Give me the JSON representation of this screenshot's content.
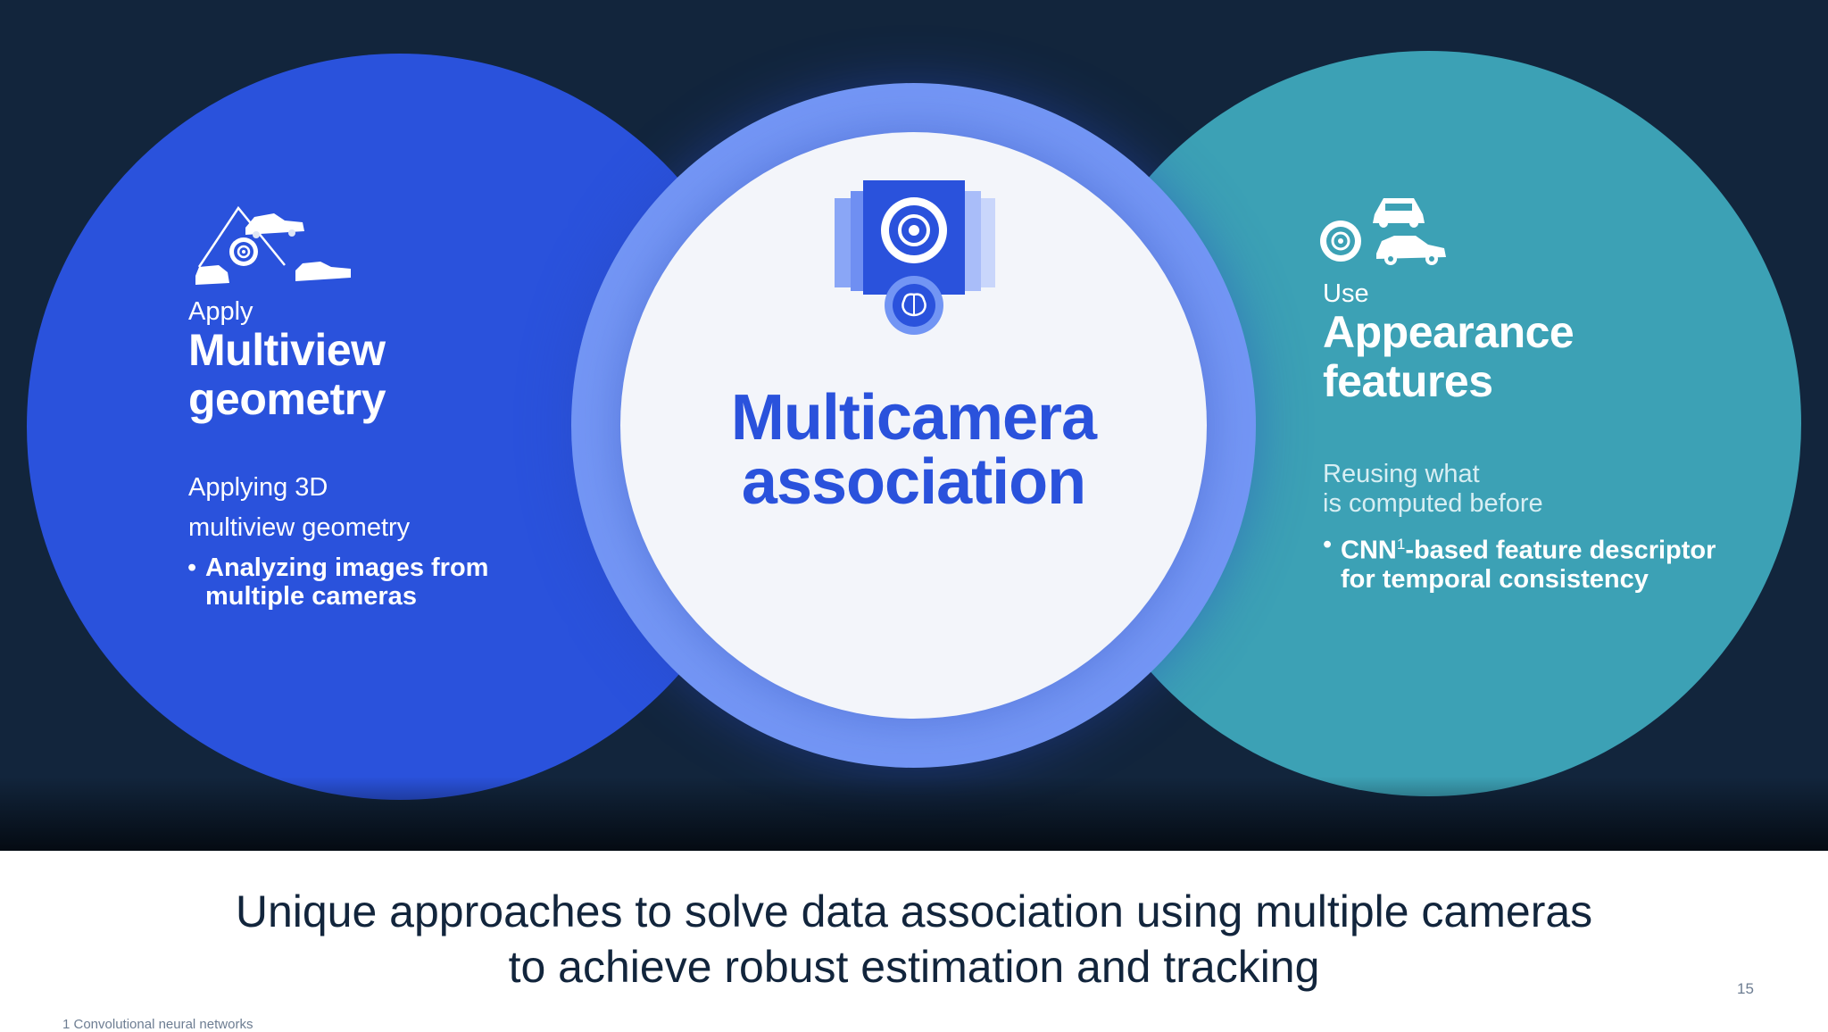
{
  "left": {
    "kicker": "Apply",
    "title_line1": "Multiview",
    "title_line2": "geometry",
    "body_line1": "Applying 3D",
    "body_line2": "multiview geometry",
    "bullet_line1": "Analyzing images from",
    "bullet_line2": "multiple cameras",
    "icon": "multiview-cars-icon"
  },
  "center": {
    "title_line1": "Multicamera",
    "title_line2": "association",
    "icon": "camera-brain-icon"
  },
  "right": {
    "kicker": "Use",
    "title_line1": "Appearance",
    "title_line2": "features",
    "body_line1": "Reusing what",
    "body_line2": "is computed before",
    "bullet_cnn": "CNN",
    "bullet_sup": "1",
    "bullet_line1_rest": "-based feature descriptor",
    "bullet_line2": "for temporal consistency",
    "icon": "camera-cars-icon"
  },
  "bullet_char": "•",
  "caption": {
    "line1": "Unique approaches to solve data association using multiple cameras",
    "line2": "to achieve robust estimation and tracking"
  },
  "page_number": "15",
  "footnote": "1 Convolutional neural networks",
  "colors": {
    "background": "#12253c",
    "left_circle": "#2a52dc",
    "right_circle": "#3ca1b5",
    "center_ring": "#7295f4",
    "center_core": "#f3f5fa",
    "center_text": "#2a52dc"
  }
}
